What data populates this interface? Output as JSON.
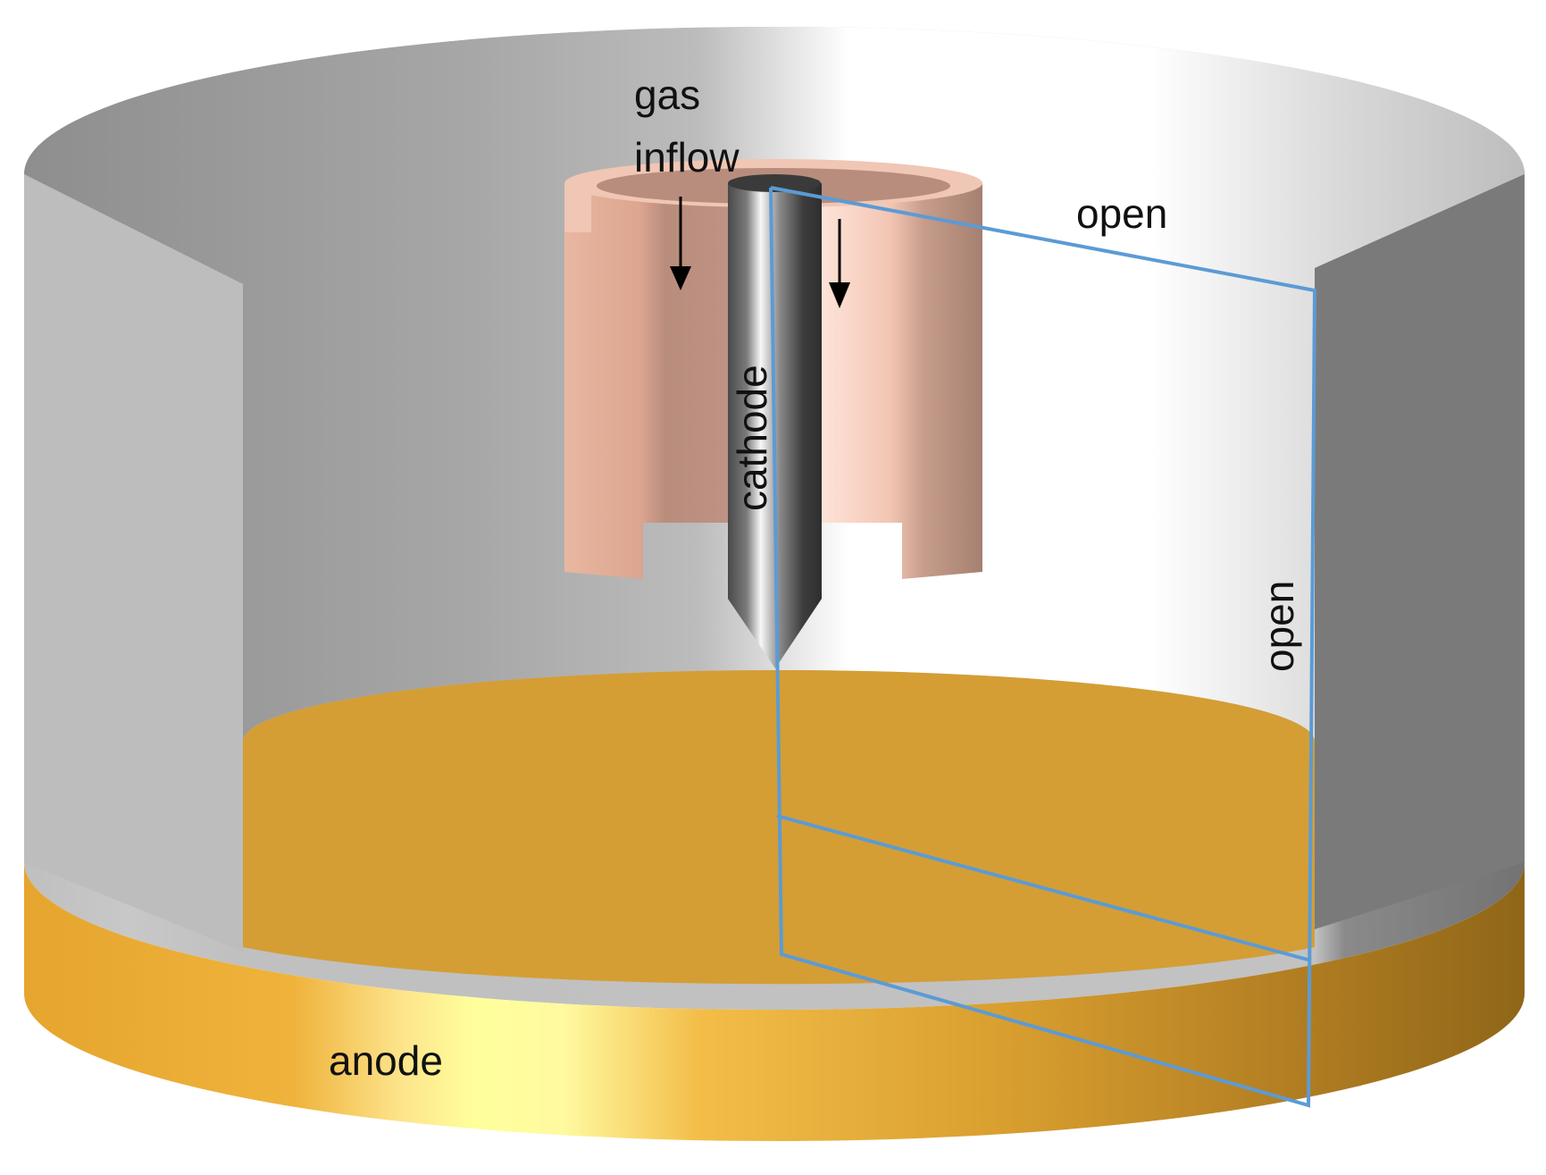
{
  "labels": {
    "gas_inflow_line1": "gas",
    "gas_inflow_line2": "inflow",
    "cathode": "cathode",
    "open_top": "open",
    "open_side": "open",
    "anode": "anode"
  },
  "colors": {
    "chamber_wall": "#b3b3b3",
    "copper_nozzle": "#e8b7a1",
    "cathode_rod": "#555555",
    "anode_disk": "#d4a035",
    "anode_highlight": "#ffff99",
    "domain_outline": "#5b9bd5",
    "arrow": "#000000"
  },
  "icons": {
    "gas_arrow_left": "down-arrow-icon",
    "gas_arrow_right": "down-arrow-icon"
  }
}
